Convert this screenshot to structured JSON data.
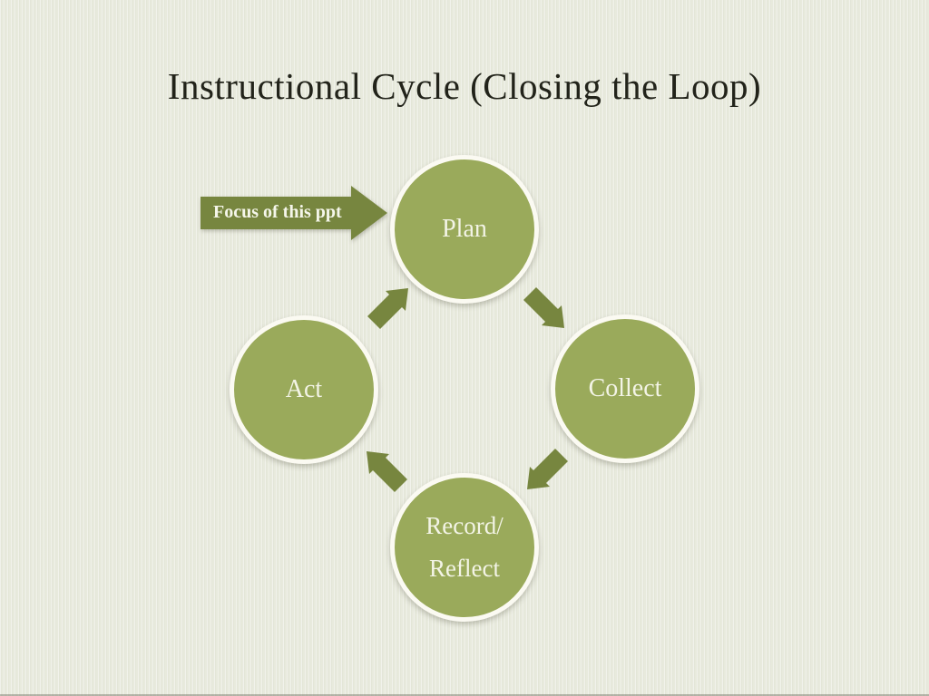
{
  "slide": {
    "title": "Instructional Cycle (Closing the Loop)",
    "callout": {
      "label": "Focus of this ppt",
      "points_to": "Plan"
    },
    "nodes": [
      {
        "id": "plan",
        "label": "Plan"
      },
      {
        "id": "collect",
        "label": "Collect"
      },
      {
        "id": "record_reflect",
        "lines": [
          "Record/",
          "Reflect"
        ]
      },
      {
        "id": "act",
        "label": "Act"
      }
    ],
    "arrows": [
      {
        "from": "Plan",
        "to": "Collect"
      },
      {
        "from": "Collect",
        "to": "Record/Reflect"
      },
      {
        "from": "Record/Reflect",
        "to": "Act"
      },
      {
        "from": "Act",
        "to": "Plan"
      }
    ],
    "colors": {
      "background": "#e8eadd",
      "node_fill": "#9aaa5b",
      "node_ring": "#fbfaf2",
      "node_text": "#f3f4e6",
      "arrow_fill": "#77863f",
      "callout_bg": "#77863f",
      "callout_text": "#f5f6ea",
      "title_text": "#22231a"
    }
  }
}
